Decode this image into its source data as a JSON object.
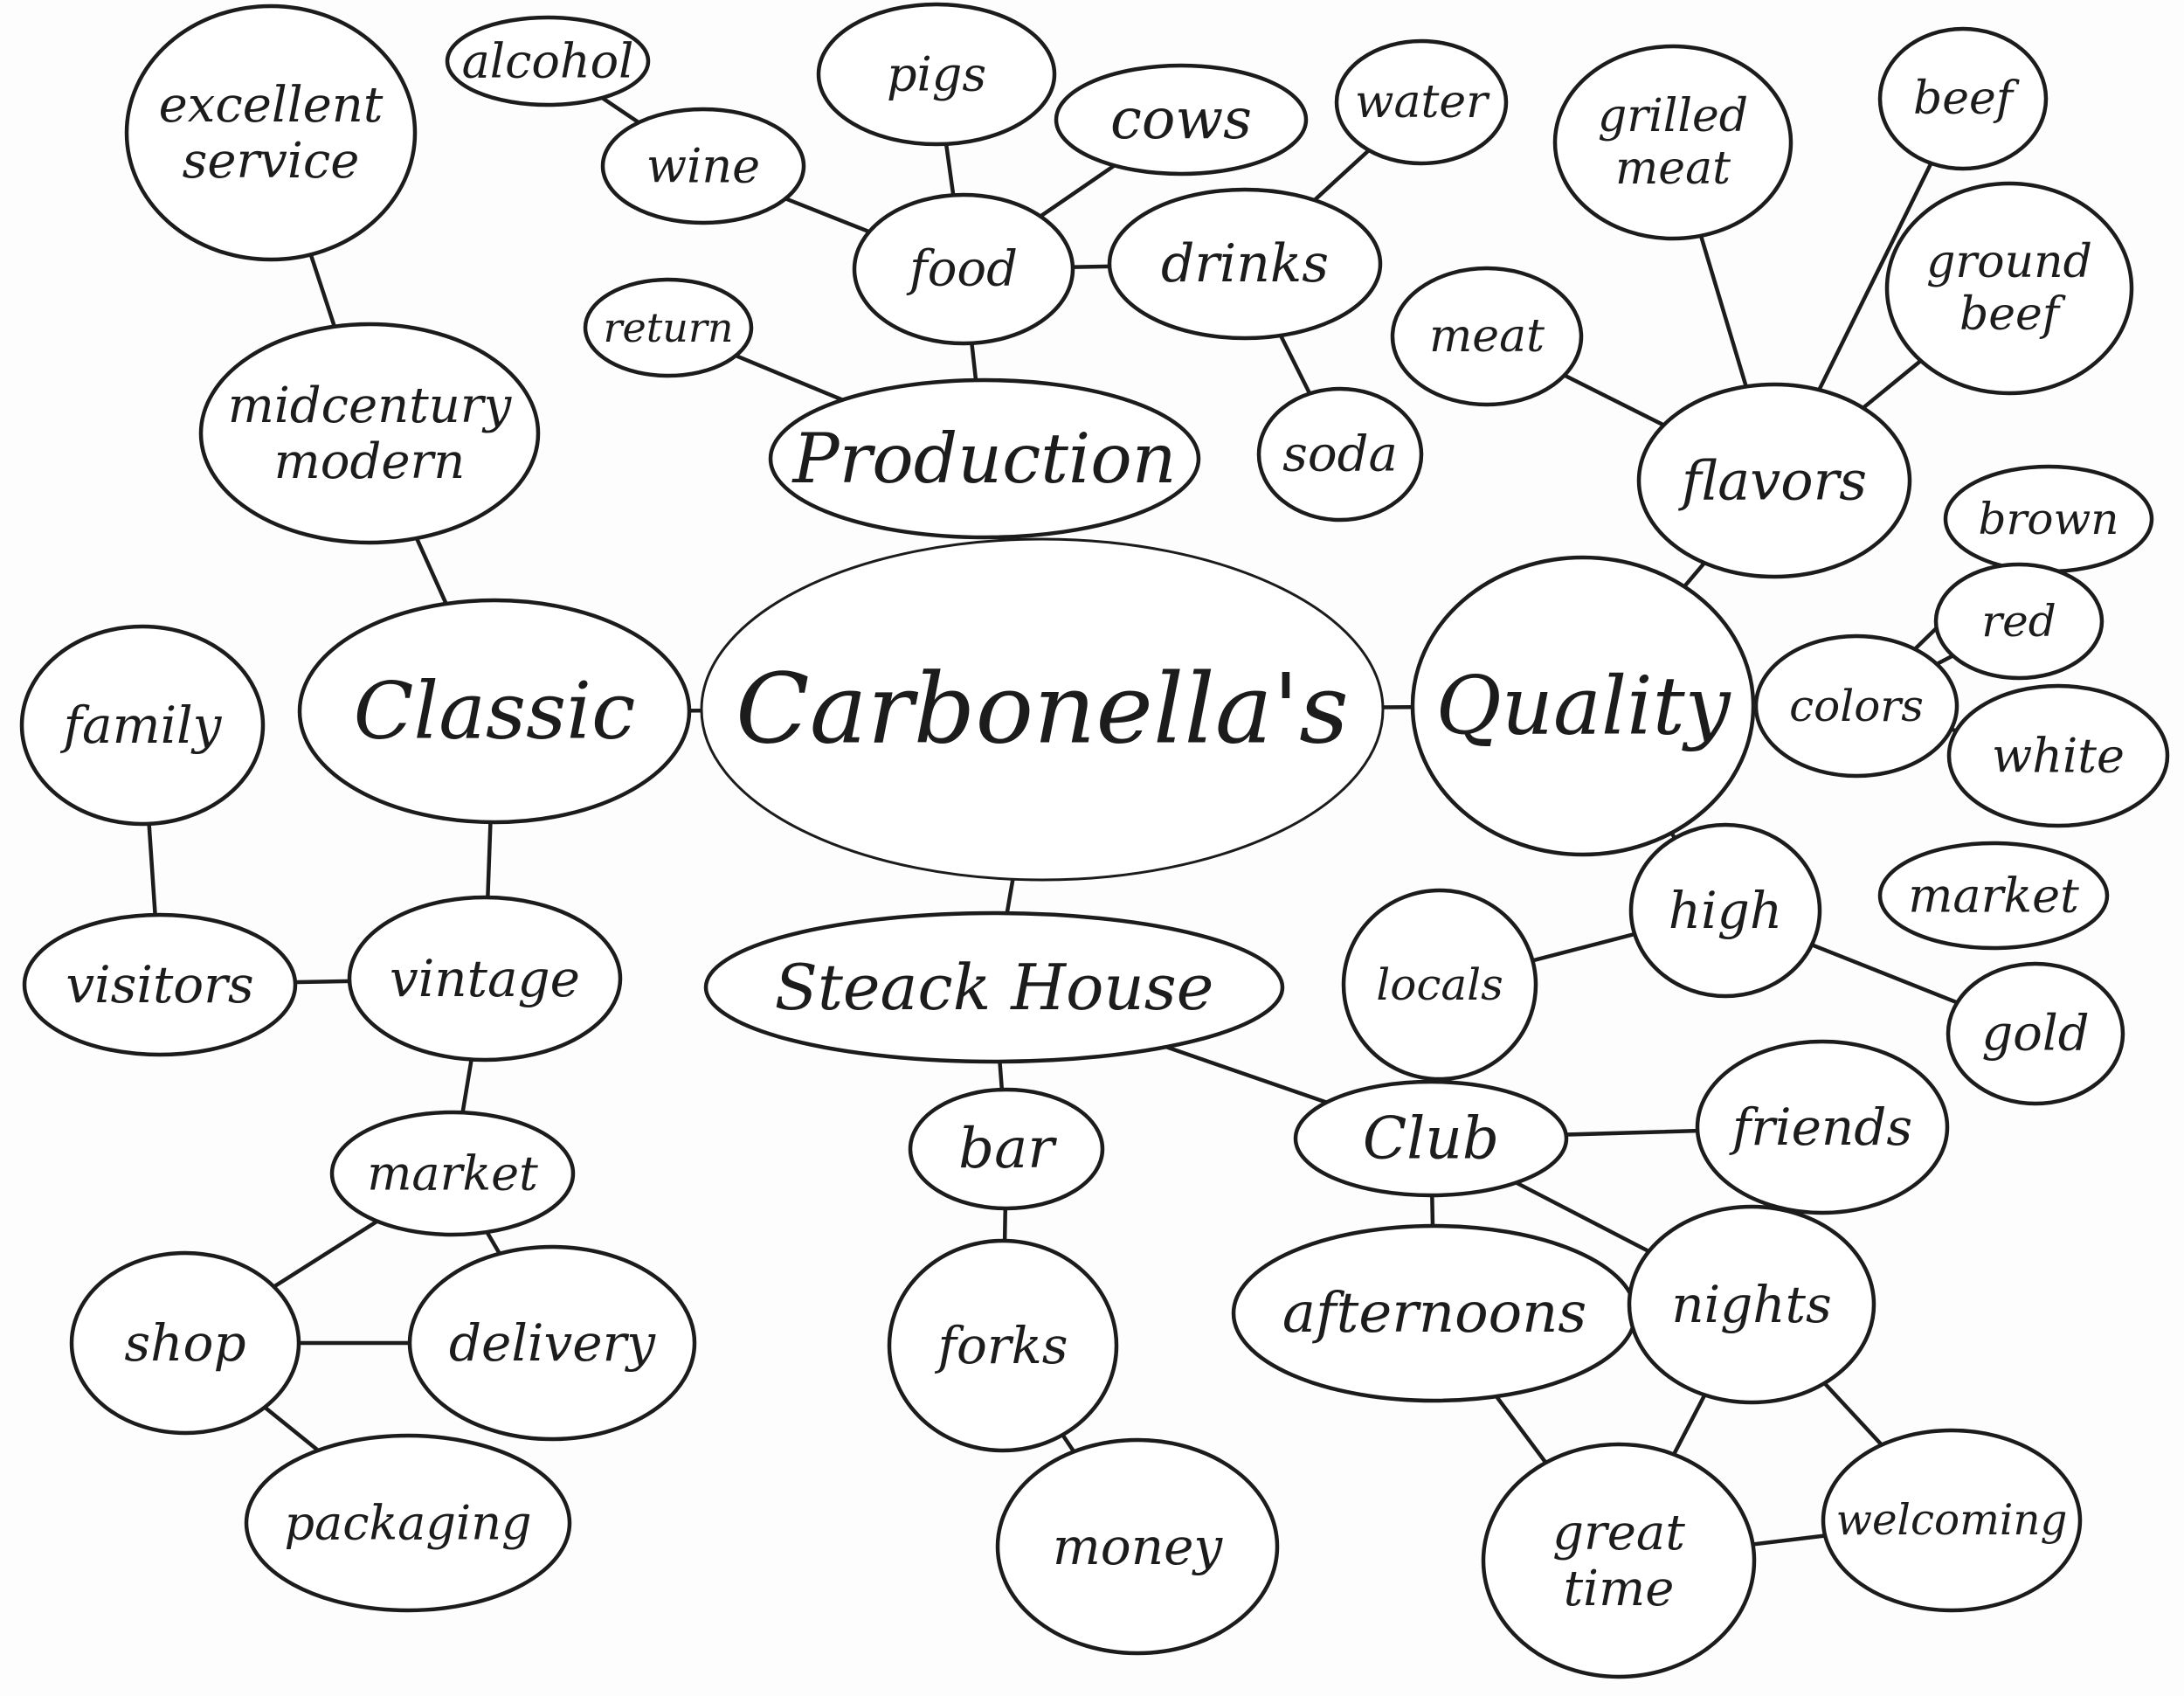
{
  "diagram": {
    "type": "mind-map",
    "nodes": [
      {
        "id": "carbonella",
        "label": "Carbonella's",
        "shape": "center"
      },
      {
        "id": "classic",
        "label": "Classic"
      },
      {
        "id": "production",
        "label": "Production"
      },
      {
        "id": "quality",
        "label": "Quality"
      },
      {
        "id": "steakhouse",
        "label": "Steack House"
      },
      {
        "id": "midcentury",
        "label": "midcentury modern"
      },
      {
        "id": "excellent",
        "label": "excellent service"
      },
      {
        "id": "alcohol",
        "label": "alcohol"
      },
      {
        "id": "wine",
        "label": "wine"
      },
      {
        "id": "pigs",
        "label": "pigs"
      },
      {
        "id": "cows",
        "label": "cows"
      },
      {
        "id": "food",
        "label": "food"
      },
      {
        "id": "drinks",
        "label": "drinks"
      },
      {
        "id": "water",
        "label": "water"
      },
      {
        "id": "return",
        "label": "return"
      },
      {
        "id": "soda",
        "label": "soda"
      },
      {
        "id": "grilled",
        "label": "grilled meat"
      },
      {
        "id": "beef",
        "label": "beef"
      },
      {
        "id": "groundbeef",
        "label": "ground beef"
      },
      {
        "id": "meat",
        "label": "meat"
      },
      {
        "id": "flavors",
        "label": "flavors"
      },
      {
        "id": "brown",
        "label": "brown"
      },
      {
        "id": "red",
        "label": "red"
      },
      {
        "id": "colors",
        "label": "colors"
      },
      {
        "id": "white",
        "label": "white"
      },
      {
        "id": "family",
        "label": "family"
      },
      {
        "id": "visitors",
        "label": "visitors"
      },
      {
        "id": "vintage",
        "label": "vintage"
      },
      {
        "id": "market1",
        "label": "market"
      },
      {
        "id": "shop",
        "label": "shop"
      },
      {
        "id": "delivery",
        "label": "delivery"
      },
      {
        "id": "packaging",
        "label": "packaging"
      },
      {
        "id": "bar",
        "label": "bar"
      },
      {
        "id": "forks",
        "label": "forks"
      },
      {
        "id": "money",
        "label": "money"
      },
      {
        "id": "club",
        "label": "Club"
      },
      {
        "id": "friends",
        "label": "friends"
      },
      {
        "id": "afternoons",
        "label": "afternoons"
      },
      {
        "id": "nights",
        "label": "nights"
      },
      {
        "id": "greattime",
        "label": "great time"
      },
      {
        "id": "welcoming",
        "label": "welcoming"
      },
      {
        "id": "locals",
        "label": "locals"
      },
      {
        "id": "high",
        "label": "high"
      },
      {
        "id": "market2",
        "label": "market"
      },
      {
        "id": "gold",
        "label": "gold"
      }
    ],
    "edges": [
      [
        "carbonella",
        "classic"
      ],
      [
        "carbonella",
        "production"
      ],
      [
        "carbonella",
        "quality"
      ],
      [
        "carbonella",
        "steakhouse"
      ],
      [
        "classic",
        "midcentury"
      ],
      [
        "midcentury",
        "excellent"
      ],
      [
        "classic",
        "vintage"
      ],
      [
        "vintage",
        "visitors"
      ],
      [
        "visitors",
        "family"
      ],
      [
        "vintage",
        "market1"
      ],
      [
        "market1",
        "shop"
      ],
      [
        "market1",
        "delivery"
      ],
      [
        "shop",
        "delivery"
      ],
      [
        "shop",
        "packaging"
      ],
      [
        "production",
        "food"
      ],
      [
        "production",
        "return"
      ],
      [
        "food",
        "wine"
      ],
      [
        "wine",
        "alcohol"
      ],
      [
        "food",
        "pigs"
      ],
      [
        "food",
        "cows"
      ],
      [
        "food",
        "drinks"
      ],
      [
        "drinks",
        "water"
      ],
      [
        "drinks",
        "soda"
      ],
      [
        "quality",
        "flavors"
      ],
      [
        "flavors",
        "meat"
      ],
      [
        "flavors",
        "grilled"
      ],
      [
        "flavors",
        "beef"
      ],
      [
        "flavors",
        "groundbeef"
      ],
      [
        "quality",
        "colors"
      ],
      [
        "colors",
        "brown"
      ],
      [
        "colors",
        "red"
      ],
      [
        "colors",
        "white"
      ],
      [
        "quality",
        "high"
      ],
      [
        "high",
        "locals"
      ],
      [
        "high",
        "gold"
      ],
      [
        "steakhouse",
        "bar"
      ],
      [
        "bar",
        "forks"
      ],
      [
        "forks",
        "money"
      ],
      [
        "steakhouse",
        "club"
      ],
      [
        "club",
        "friends"
      ],
      [
        "club",
        "afternoons"
      ],
      [
        "club",
        "nights"
      ],
      [
        "afternoons",
        "greattime"
      ],
      [
        "nights",
        "greattime"
      ],
      [
        "nights",
        "welcoming"
      ],
      [
        "greattime",
        "welcoming"
      ]
    ]
  }
}
